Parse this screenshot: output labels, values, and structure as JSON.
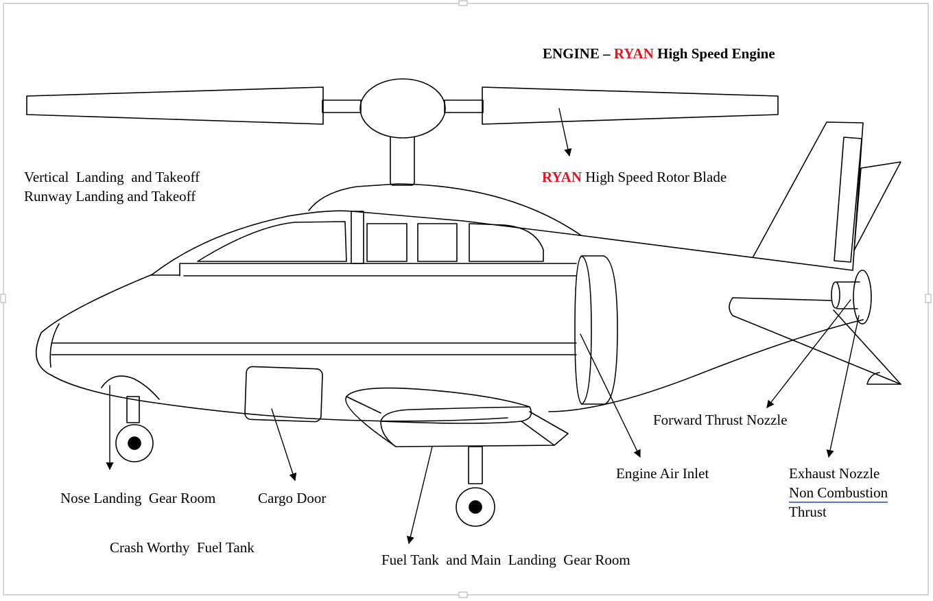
{
  "title": {
    "prefix": "ENGINE – ",
    "brand": "RYAN",
    "suffix": " High Speed Engine"
  },
  "labels": {
    "rotor_brand": "RYAN",
    "rotor": " High Speed Rotor Blade",
    "vertical": "Vertical  Landing  and Takeoff",
    "runway": "Runway Landing and Takeoff",
    "nose_gear": "Nose Landing  Gear Room",
    "cargo_door": "Cargo Door",
    "crash_tank": "Crash Worthy  Fuel Tank",
    "main_gear": "Fuel Tank  and Main  Landing  Gear Room",
    "air_inlet": "Engine Air Inlet",
    "forward_nozzle": "Forward Thrust Nozzle",
    "exhaust_1": "Exhaust Nozzle",
    "exhaust_2": "Non Combustion",
    "exhaust_3": "Thrust"
  },
  "colors": {
    "brand_red": "#e8141c",
    "line": "#000000",
    "frame": "#bbbbbb",
    "spell_underline": "#4a7bd4"
  }
}
